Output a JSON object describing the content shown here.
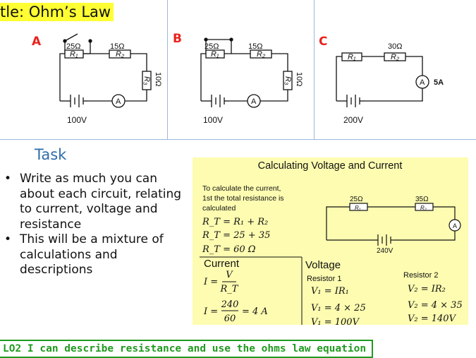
{
  "title": "tle: Ohm’s Law",
  "circuits": [
    {
      "letter": "A",
      "r1": "25Ω",
      "r2": "15Ω",
      "r3": "10Ω",
      "r1_sym": "R₁",
      "r2_sym": "R₂",
      "r3_sym": "R₃",
      "voltage": "100V",
      "meter": "A"
    },
    {
      "letter": "B",
      "r1": "25Ω",
      "r2": "15Ω",
      "r3": "10Ω",
      "r1_sym": "R₁",
      "r2_sym": "R₂",
      "r3_sym": "R₃",
      "voltage": "100V",
      "meter": "A"
    },
    {
      "letter": "C",
      "r2": "30Ω",
      "r1_sym": "R₁",
      "r2_sym": "R₂",
      "voltage": "200V",
      "meter": "A",
      "current": "5A"
    }
  ],
  "task": {
    "heading": "Task",
    "bullet": "•",
    "items": [
      "Write as much you can about each circuit, relating to current, voltage and resistance",
      "This will be a mixture of calculations and descriptions"
    ]
  },
  "example": {
    "title": "Calculating Voltage and Current",
    "intro": [
      "To calculate the current,",
      "1st the total resistance is",
      "calculated"
    ],
    "eq1": "R_T = R₁ + R₂",
    "eq2": "R_T = 25 + 35",
    "eq3": "R_T = 60  Ω",
    "circuit": {
      "r1": "25Ω",
      "r2": "35Ω",
      "r1_sym": "R₁",
      "r2_sym": "R₂",
      "voltage": "240V",
      "meter": "A"
    },
    "current": {
      "heading": "Current",
      "formula_lhs": "I =",
      "formula_num": "V",
      "formula_den": "R_T",
      "calc_lhs": "I =",
      "calc_num": "240",
      "calc_den": "60",
      "calc_result": "= 4 A"
    },
    "voltage": {
      "heading": "Voltage",
      "r1_label": "Resistor 1",
      "r1_lines": [
        "V₁ = IR₁",
        "V₁ = 4 × 25",
        "V₁ = 100V"
      ],
      "r2_label": "Resistor 2",
      "r2_lines": [
        "V₂ = IR₂",
        "V₂ = 4 × 35",
        "V₂ = 140V"
      ]
    }
  },
  "objective": "LO2 I can describe resistance and use the ohms law equation"
}
